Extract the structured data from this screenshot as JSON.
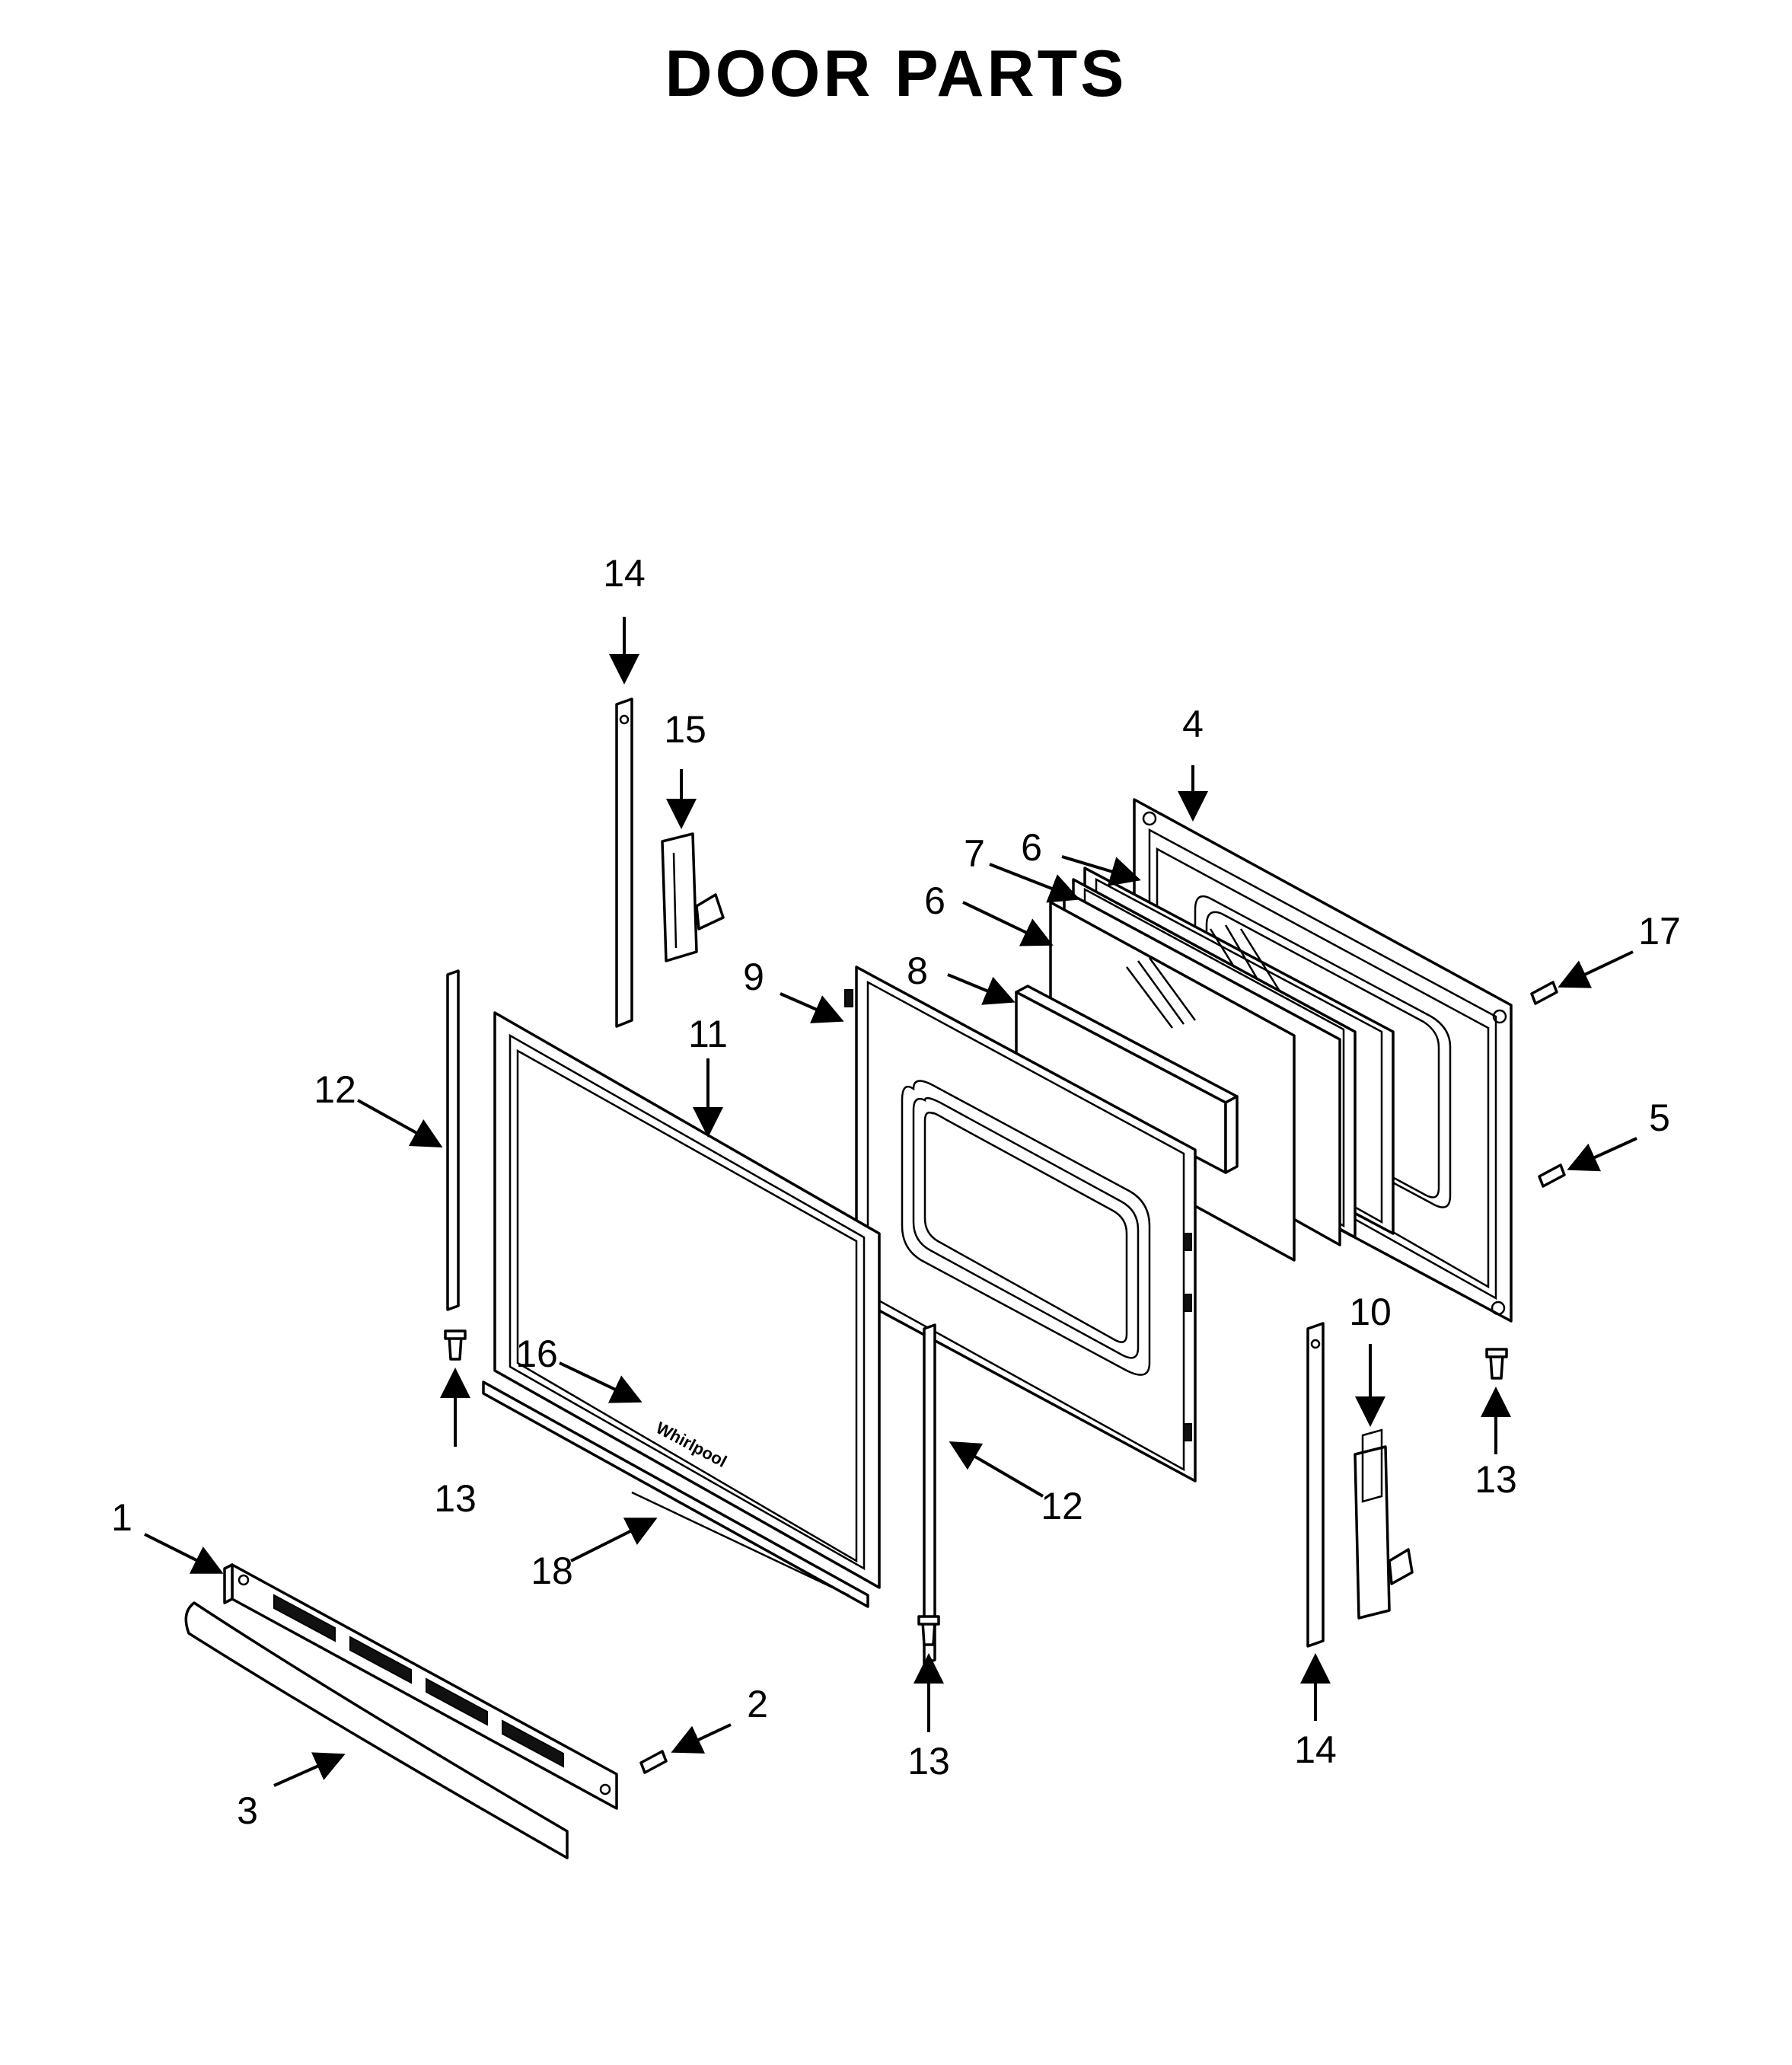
{
  "title": "DOOR PARTS",
  "callouts": {
    "c1": "1",
    "c2": "2",
    "c3": "3",
    "c4": "4",
    "c5": "5",
    "c6a": "6",
    "c6b": "6",
    "c7": "7",
    "c8": "8",
    "c9": "9",
    "c10": "10",
    "c11": "11",
    "c12a": "12",
    "c12b": "12",
    "c13a": "13",
    "c13b": "13",
    "c13c": "13",
    "c14a": "14",
    "c14b": "14",
    "c15": "15",
    "c16": "16",
    "c17": "17",
    "c18": "18"
  },
  "logo_text": "Whirlpool"
}
